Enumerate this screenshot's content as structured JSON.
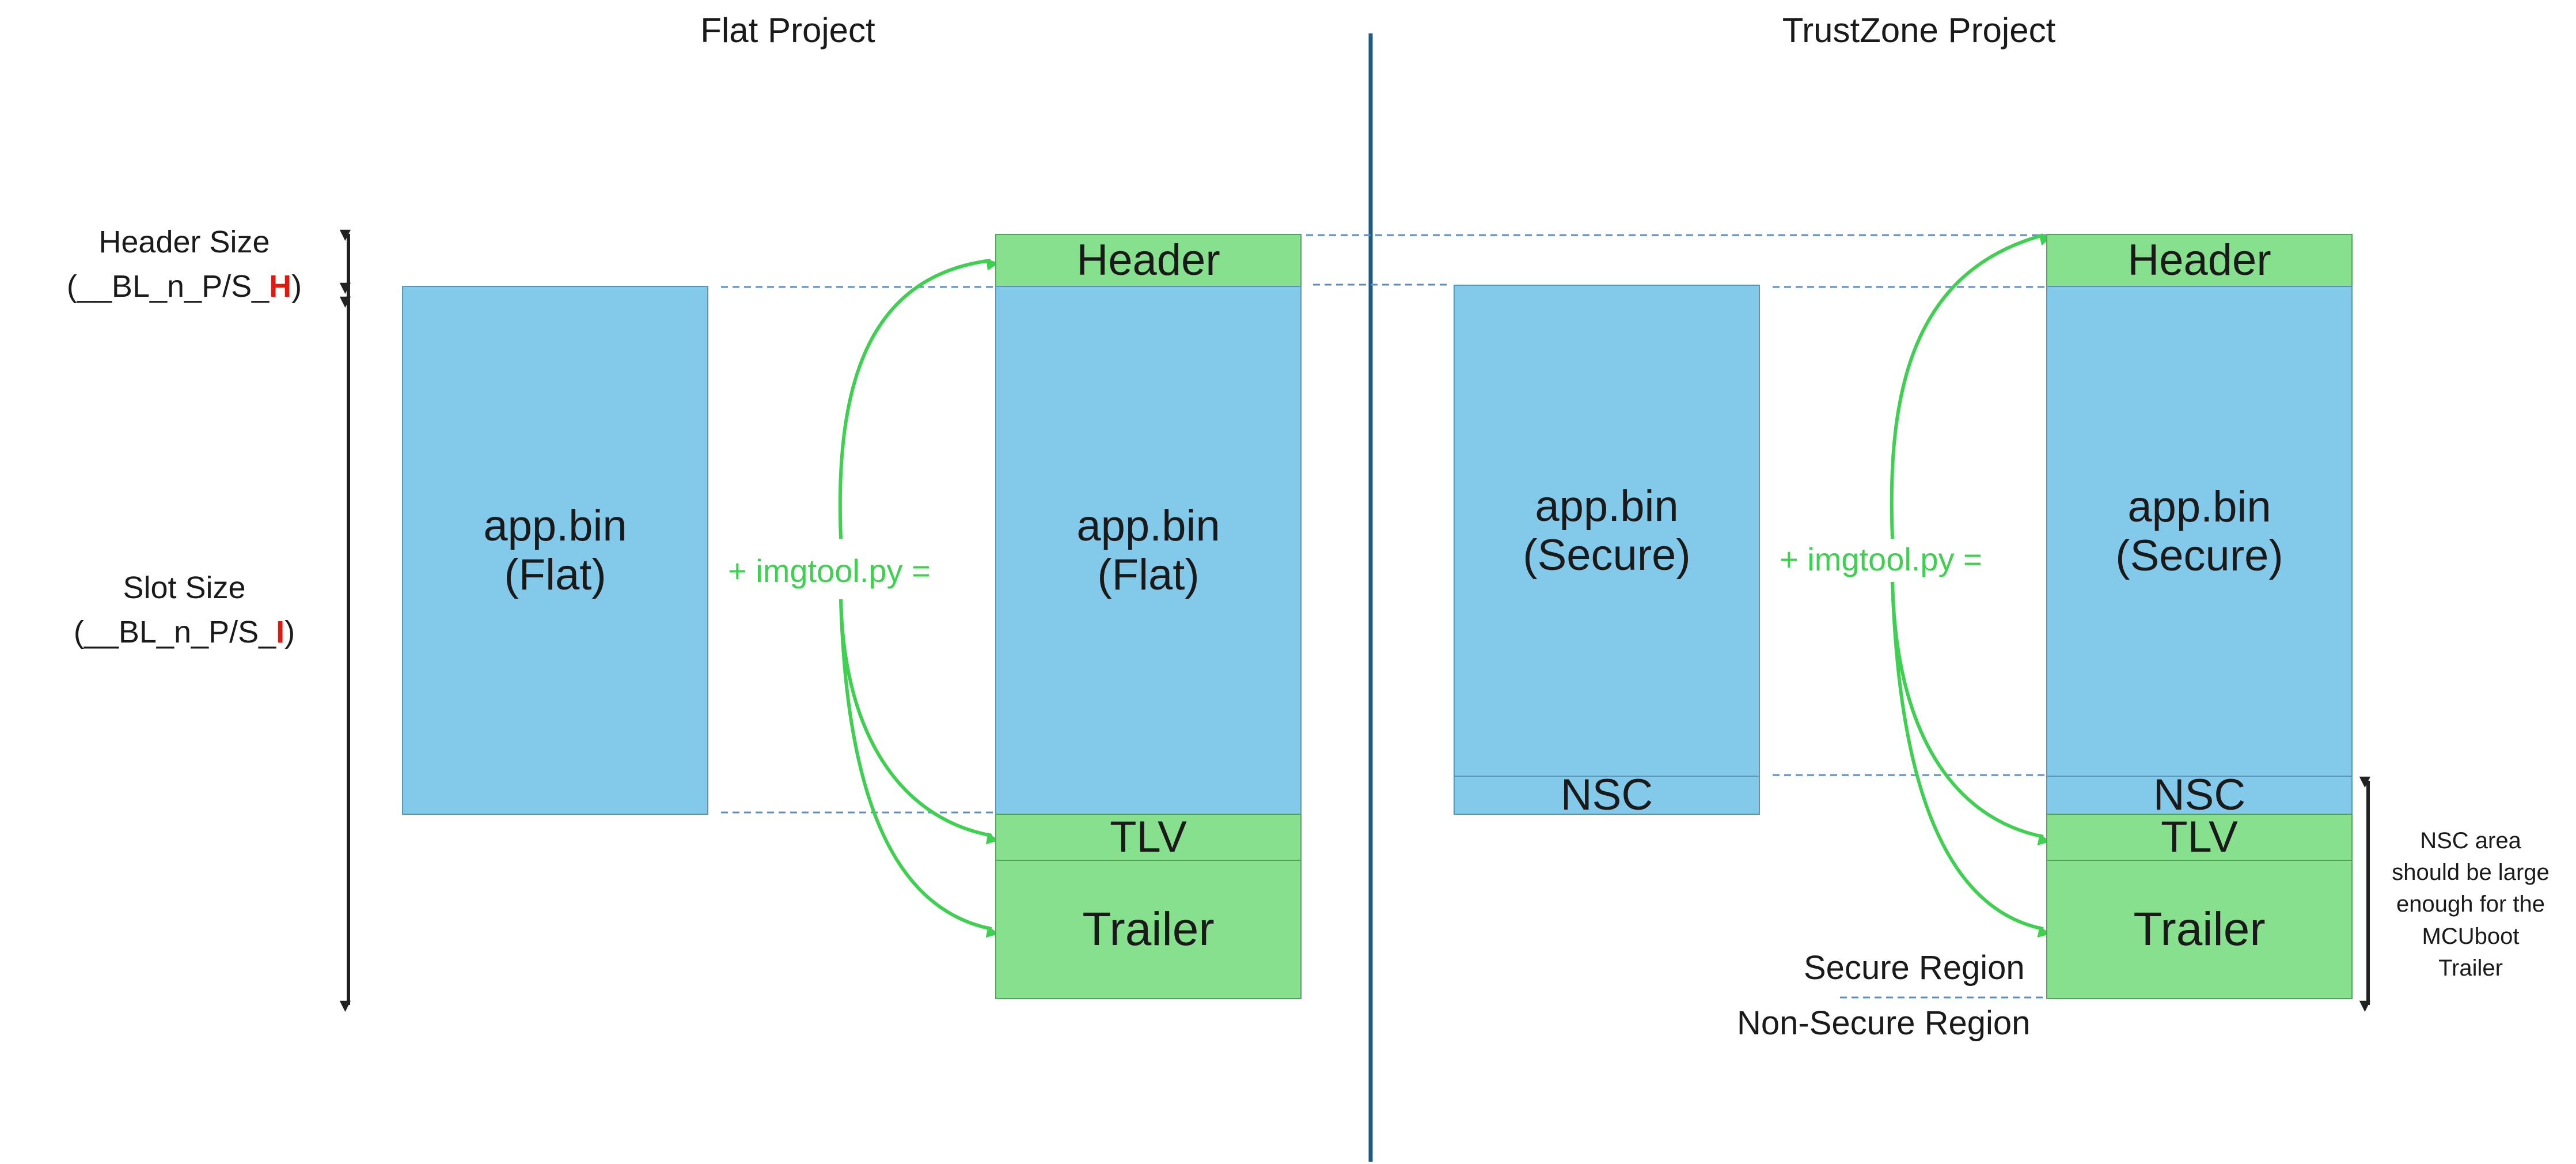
{
  "titles": {
    "flat": "Flat Project",
    "trustzone": "TrustZone Project"
  },
  "left_labels": {
    "header_size_line1": "Header Size",
    "header_size_prefix": "(__BL_n_P/S_",
    "header_size_letter": "H",
    "header_size_suffix": ")",
    "slot_size_line1": "Slot Size",
    "slot_size_prefix": "(__BL_n_P/S_",
    "slot_size_letter": "I",
    "slot_size_suffix": ")"
  },
  "flat": {
    "source_line1": "app.bin",
    "source_line2": "(Flat)",
    "operator": "+ imgtool.py =",
    "result": {
      "header": "Header",
      "app_line1": "app.bin",
      "app_line2": "(Flat)",
      "tlv": "TLV",
      "trailer": "Trailer"
    }
  },
  "trustzone": {
    "source_line1": "app.bin",
    "source_line2": "(Secure)",
    "source_nsc": "NSC",
    "operator": "+ imgtool.py =",
    "result": {
      "header": "Header",
      "app_line1": "app.bin",
      "app_line2": "(Secure)",
      "nsc": "NSC",
      "tlv": "TLV",
      "trailer": "Trailer"
    },
    "secure_region": "Secure Region",
    "non_secure_region": "Non-Secure Region",
    "note": [
      "NSC area",
      "should be large",
      "enough for the",
      "MCUboot",
      "Trailer"
    ]
  },
  "colors": {
    "app_blue": "#83caea",
    "section_green": "#86e08e",
    "arrow_green": "#3fd051",
    "divider": "#1f5a85",
    "highlight_red": "#e3180f",
    "dashed_guide": "#5b8ec4"
  }
}
